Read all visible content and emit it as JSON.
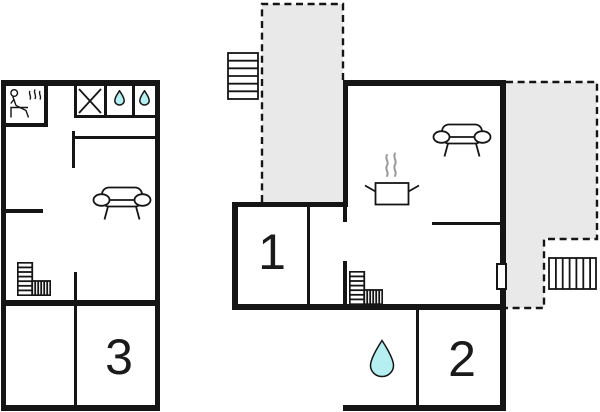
{
  "rooms": {
    "room1": "1",
    "room2": "2",
    "room3": "3"
  },
  "colors": {
    "wall": "#151515",
    "deck_fill": "#e9e9e9",
    "water_drop_fill": "#b6eff2",
    "steam_gray": "#9a9a9a"
  },
  "icons": {
    "sauna": "person-on-bench-with-steam",
    "washing_machine": "diagonal-cross",
    "water_drop": "teardrop",
    "sofa": "sofa-top-view",
    "internal_stairs": "l-shaped-stairs",
    "external_stairs_top": "straight-stairs-horizontal-treads",
    "external_stairs_right": "straight-stairs-vertical-treads",
    "cooking_pot": "pot-with-steam",
    "door": "door-marker",
    "terrace": "dashed-gray-area"
  }
}
